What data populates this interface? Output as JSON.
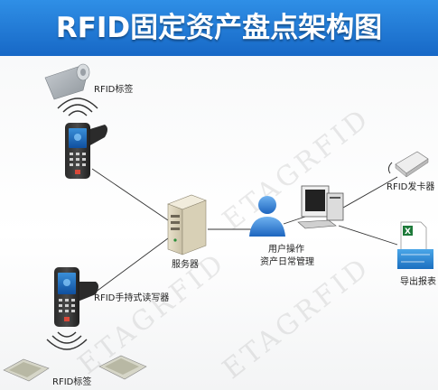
{
  "header": {
    "title": "RFID固定资产盘点架构图"
  },
  "nodes": {
    "tag_top": "RFID标签",
    "card_issuer": "RFID发卡器",
    "server": "服务器",
    "user_line1": "用户操作",
    "user_line2": "资产日常管理",
    "handheld_reader": "RFID手持式读写器",
    "tag_bottom": "RFID标签",
    "export_report": "导出报表"
  },
  "watermark": "ETAGRFID",
  "colors": {
    "banner": "#1f7bd8",
    "banner_text": "#ffffff",
    "link": "#333333"
  }
}
